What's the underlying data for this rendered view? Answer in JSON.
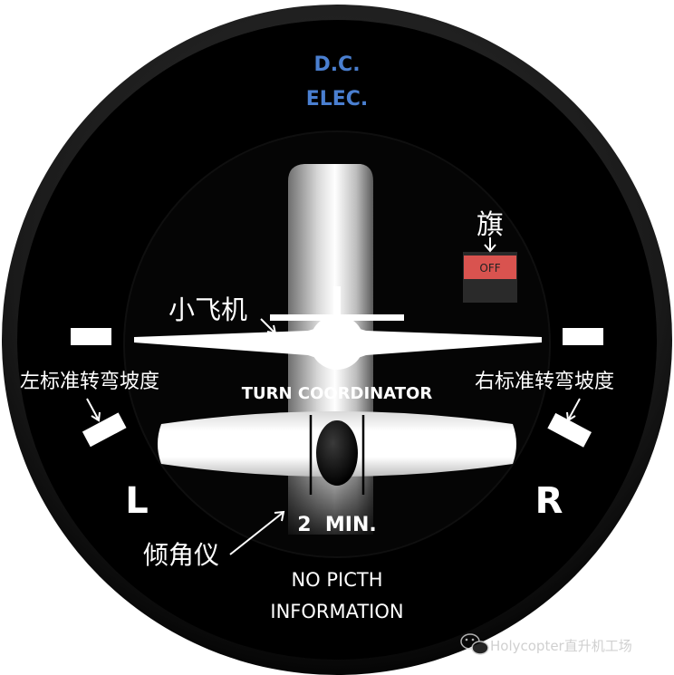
{
  "instrument": {
    "power_label_line1": "D.C.",
    "power_label_line2": "ELEC.",
    "name": "TURN COORDINATOR",
    "left_mark": "L",
    "right_mark": "R",
    "time_mark": "2  MIN.",
    "note_line1": "NO PICTH",
    "note_line2": "INFORMATION",
    "flag_text": "OFF"
  },
  "annotations": {
    "flag": "旗",
    "miniature_airplane": "小飞机",
    "left_standard_bank": "左标准转弯坡度",
    "right_standard_bank": "右标准转弯坡度",
    "inclinometer": "倾角仪"
  },
  "watermark": {
    "text": "Holycopter直升机工场"
  },
  "colors": {
    "face": "#000000",
    "power_label": "#4a7fd0",
    "flag": "#d9534f",
    "markings": "#ffffff"
  }
}
